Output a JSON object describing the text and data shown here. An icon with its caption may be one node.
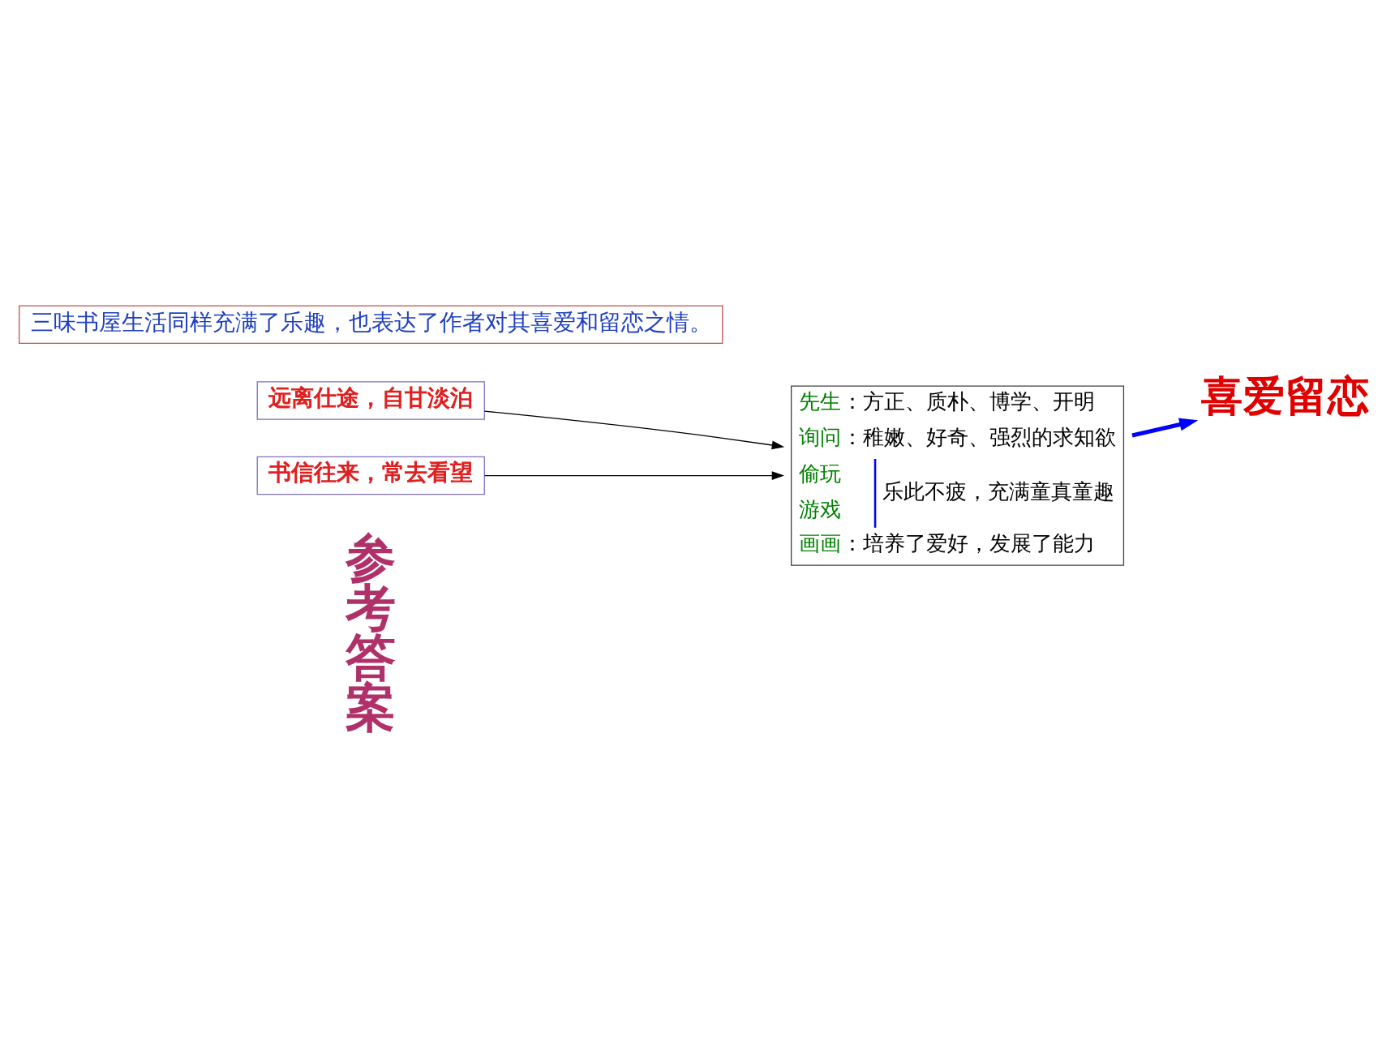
{
  "diagram": {
    "nodes": [
      {
        "text": [
          "三味书屋生活同样充满了乐趣，也表达了作者对其喜爱和留恋之情。"
        ]
      },
      {
        "text": [
          "远离仕途，自甘淡泊"
        ]
      },
      {
        "text": [
          "先生：方正、质朴、博学、开明",
          "询问：稚嫩、好奇、强烈的求知欲",
          "偷玩",
          "游戏",
          "乐此不疲，充满童真童趣",
          "画画：培养了爱好，发展了能力"
        ]
      },
      {
        "text": [
          "书信往来，常去看望"
        ]
      },
      {
        "text": [
          "喜爱留恋"
        ]
      }
    ],
    "edges": [
      {
        "from": 1,
        "to": 2,
        "arrow": "to"
      },
      {
        "from": 3,
        "to": 2,
        "arrow": "to"
      },
      {
        "from": 2,
        "to": 4,
        "arrow": "to",
        "style": "thick",
        "color": "#0000ff"
      }
    ],
    "labels": [
      "参考答案"
    ]
  }
}
